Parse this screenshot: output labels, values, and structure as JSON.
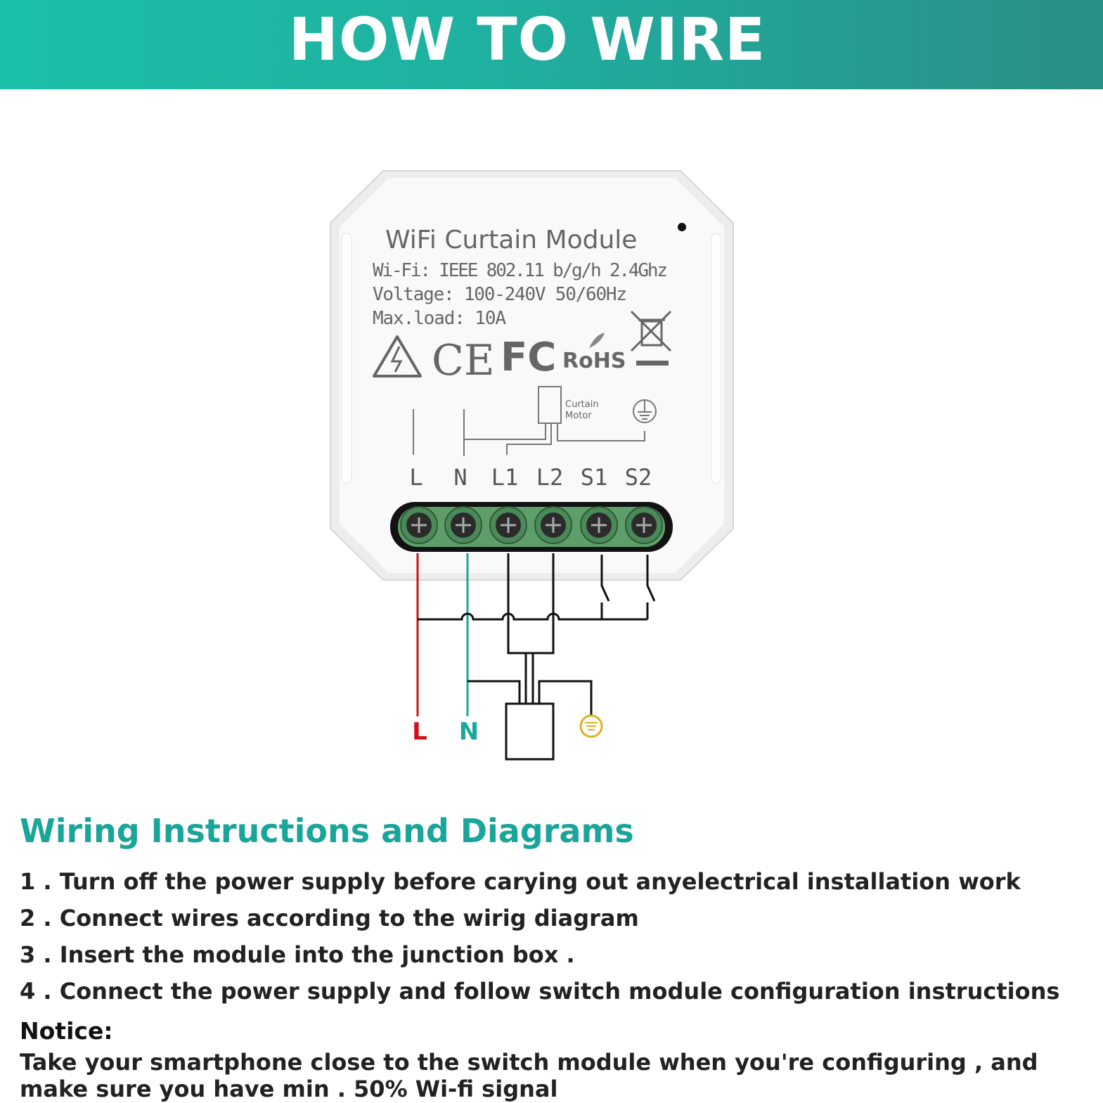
{
  "banner": {
    "title": "HOW TO WIRE"
  },
  "module": {
    "name": "WiFi Curtain Module",
    "wifi": "Wi-Fi: IEEE 802.11 b/g/h 2.4Ghz",
    "voltage": "Voltage: 100-240V 50/60Hz",
    "max_load": "Max.load: 10A",
    "cert_ce": "CE",
    "cert_fc": "FC",
    "cert_rohs": "RoHS",
    "motor_label_1": "Curtain",
    "motor_label_2": "Motor",
    "terminals": [
      "L",
      "N",
      "L1",
      "L2",
      "S1",
      "S2"
    ]
  },
  "wiring": {
    "label_l": "L",
    "label_n": "N"
  },
  "colors": {
    "live": "#d0101a",
    "neutral": "#1aa89c",
    "terminal_block": "#5e9e6a",
    "earth": "#e0b020",
    "accent": "#1aa59a"
  },
  "icons": [
    "warning-icon",
    "weee-bin-icon",
    "ground-icon",
    "earth-icon"
  ],
  "instructions": {
    "title": "Wiring Instructions and Diagrams",
    "steps": [
      "1 . Turn off the power supply before carying out anyelectrical installation work",
      "2 . Connect wires according to the wirig diagram",
      "3 . Insert the module into the junction box .",
      "4 . Connect the power supply and follow switch module configuration instructions"
    ],
    "notice_title": "Notice:",
    "notice_text": "Take your smartphone close to the switch module when you're configuring , and make sure you have min . 50% Wi-fi signal"
  }
}
